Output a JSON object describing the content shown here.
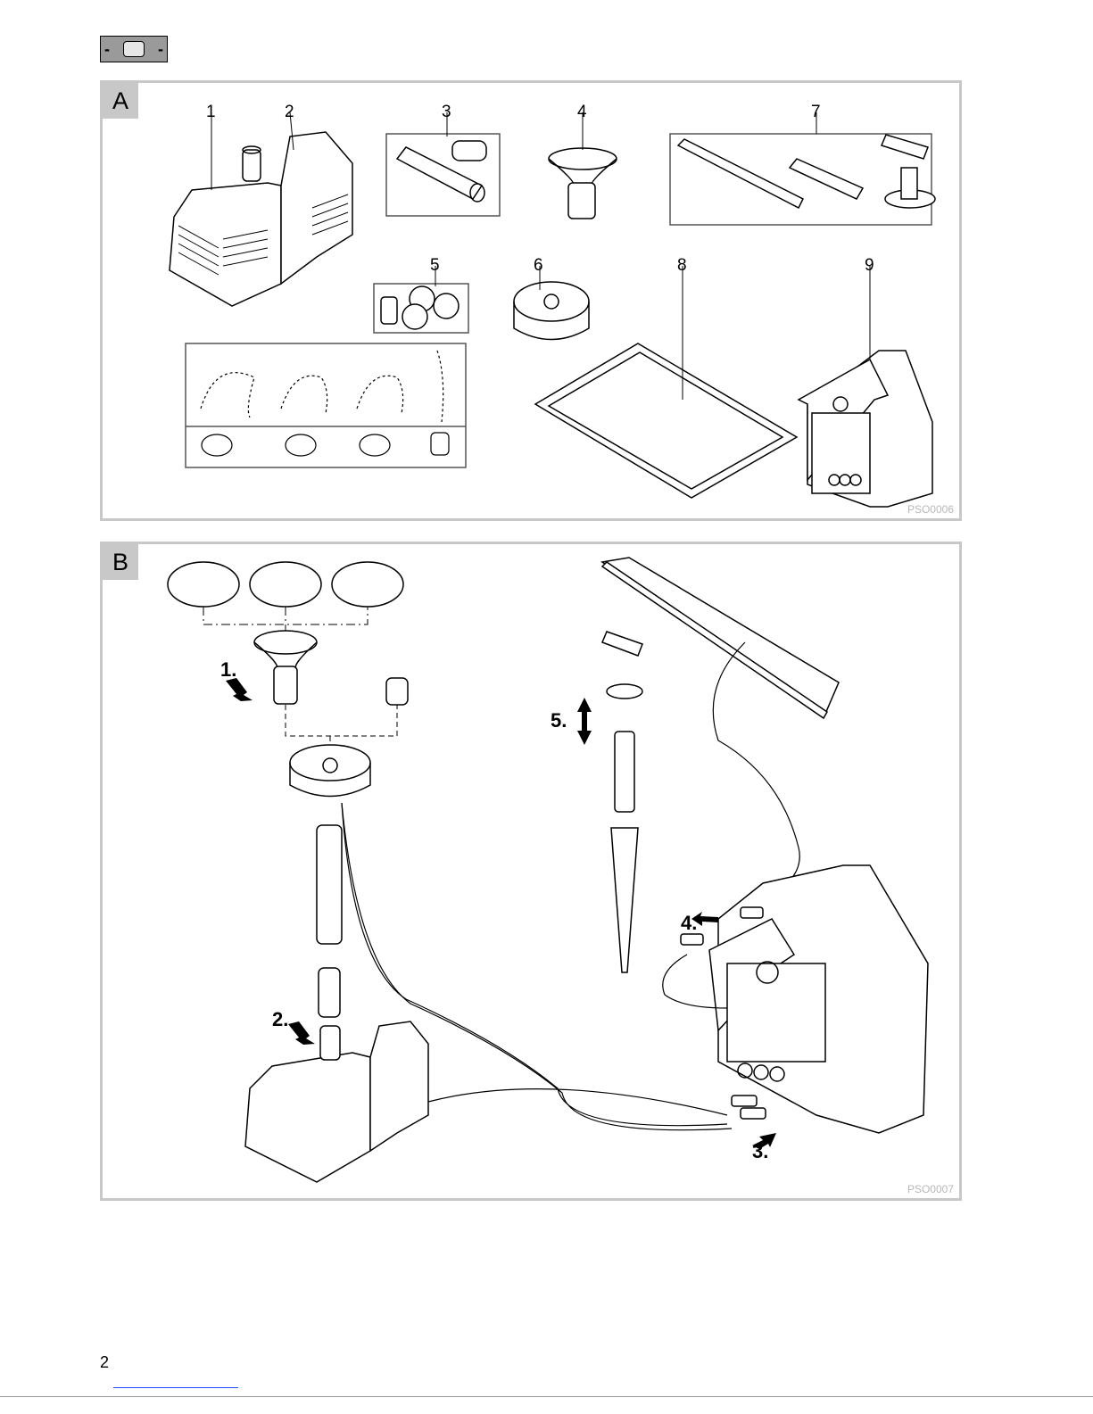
{
  "page": {
    "number": "2"
  },
  "panel_a": {
    "letter": "A",
    "code": "PSO0006",
    "part_labels": [
      "1",
      "2",
      "3",
      "4",
      "5",
      "6",
      "7",
      "8",
      "9"
    ]
  },
  "panel_b": {
    "letter": "B",
    "code": "PSO0007",
    "steps": [
      "1.",
      "2.",
      "3.",
      "4.",
      "5."
    ]
  }
}
